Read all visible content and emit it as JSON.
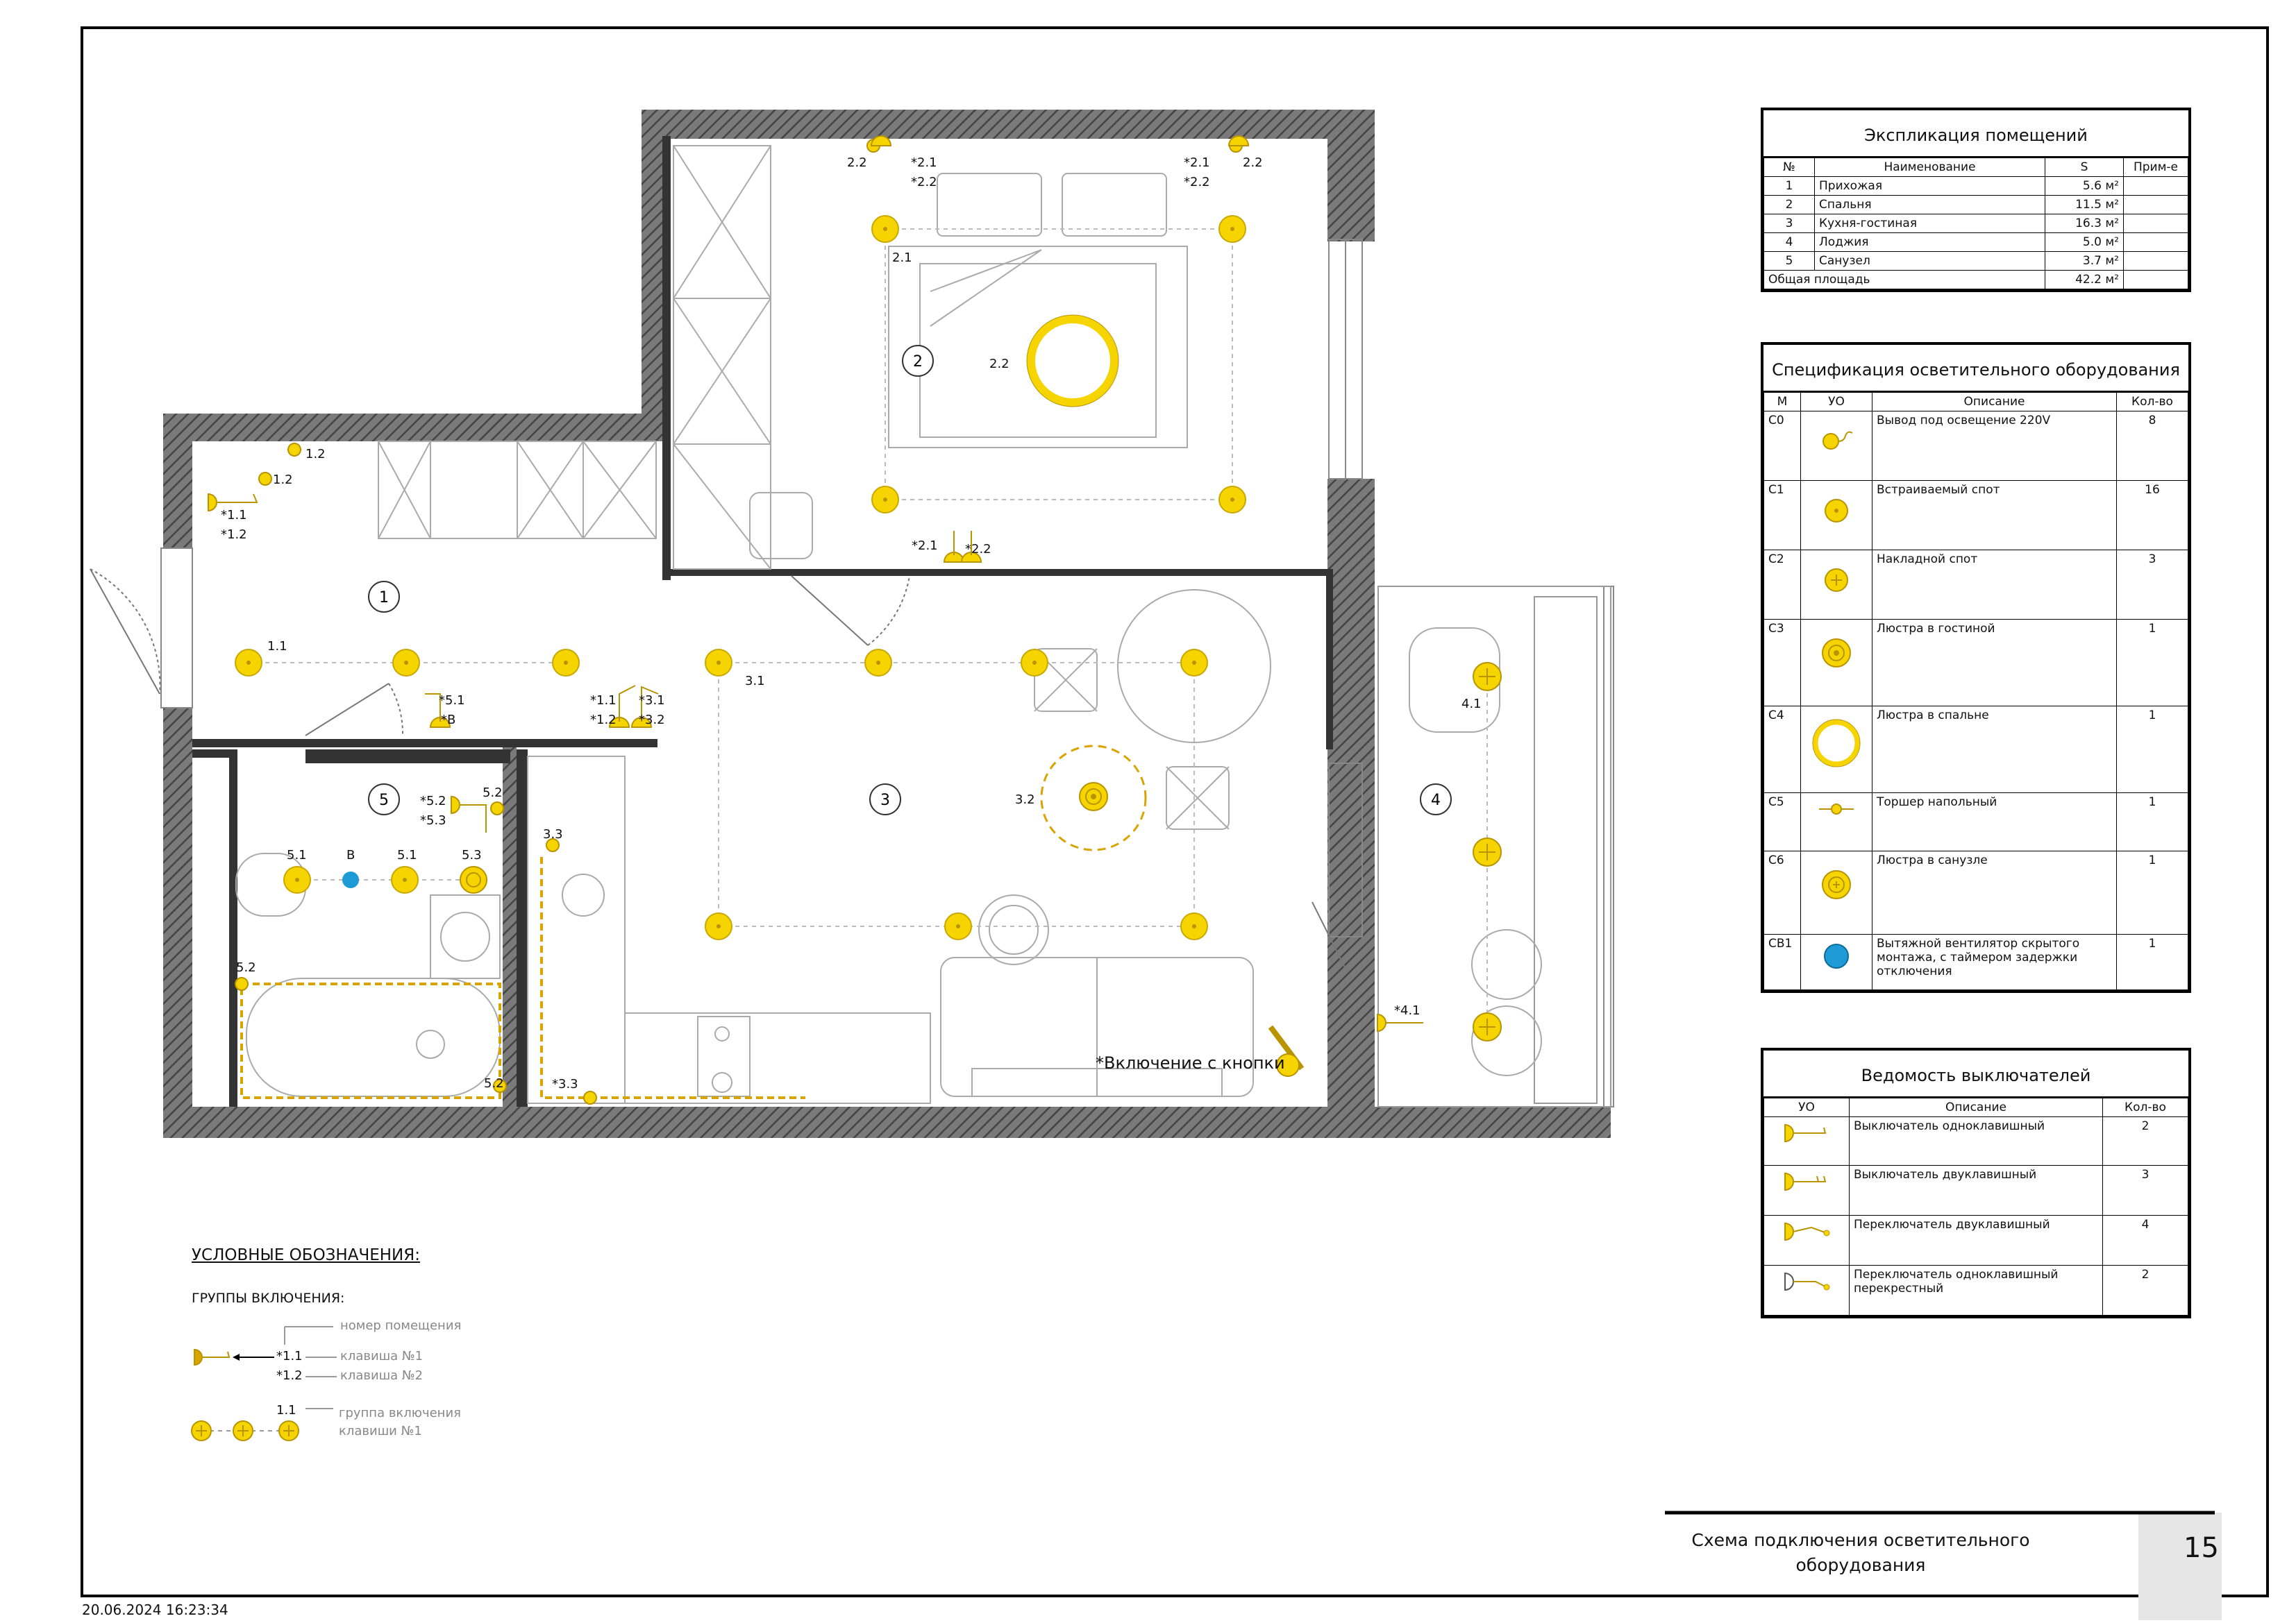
{
  "rooms_table": {
    "title": "Экспликация помещений",
    "headers": [
      "№",
      "Наименование",
      "S",
      "Прим-е"
    ],
    "rows": [
      [
        "1",
        "Прихожая",
        "5.6 м²",
        ""
      ],
      [
        "2",
        "Спальня",
        "11.5 м²",
        ""
      ],
      [
        "3",
        "Кухня-гостиная",
        "16.3 м²",
        ""
      ],
      [
        "4",
        "Лоджия",
        "5.0 м²",
        ""
      ],
      [
        "5",
        "Санузел",
        "3.7 м²",
        ""
      ]
    ],
    "total_label": "Общая площадь",
    "total_value": "42.2 м²"
  },
  "lighting_table": {
    "title": "Спецификация осветительного оборудования",
    "headers": [
      "М",
      "УО",
      "Описание",
      "Кол-во"
    ],
    "rows": [
      {
        "code": "С0",
        "icon": "outlet-icon",
        "desc": "Вывод под освещение 220V",
        "qty": "8"
      },
      {
        "code": "С1",
        "icon": "recessed-spot-icon",
        "desc": "Встраиваемый спот",
        "qty": "16"
      },
      {
        "code": "С2",
        "icon": "surface-spot-icon",
        "desc": "Накладной спот",
        "qty": "3"
      },
      {
        "code": "С3",
        "icon": "living-chandelier-icon",
        "desc": "Люстра в гостиной",
        "qty": "1"
      },
      {
        "code": "С4",
        "icon": "bedroom-chandelier-icon",
        "desc": "Люстра в спальне",
        "qty": "1"
      },
      {
        "code": "С5",
        "icon": "floor-lamp-icon",
        "desc": "Торшер напольный",
        "qty": "1"
      },
      {
        "code": "С6",
        "icon": "bathroom-chandelier-icon",
        "desc": "Люстра в санузле",
        "qty": "1"
      },
      {
        "code": "СВ1",
        "icon": "exhaust-fan-icon",
        "desc": "Вытяжной вентилятор скрытого монтажа, с таймером задержки отключения",
        "qty": "1"
      }
    ]
  },
  "switch_table": {
    "title": "Ведомость выключателей",
    "headers": [
      "УО",
      "Описание",
      "Кол-во"
    ],
    "rows": [
      {
        "icon": "single-switch-icon",
        "desc": "Выключатель одноклавишный",
        "qty": "2"
      },
      {
        "icon": "double-switch-icon",
        "desc": "Выключатель двуклавишный",
        "qty": "3"
      },
      {
        "icon": "double-toggle-icon",
        "desc": "Переключатель двуклавишный",
        "qty": "4"
      },
      {
        "icon": "cross-toggle-icon",
        "desc": "Переключатель одноклавишный перекрестный",
        "qty": "2"
      }
    ]
  },
  "legend": {
    "title": "УСЛОВНЫЕ ОБОЗНАЧЕНИЯ:",
    "subtitle": "ГРУППЫ ВКЛЮЧЕНИЯ:",
    "room_number": "номер помещения",
    "key1": "клавиша №1",
    "key2": "клавиша №2",
    "label_11": "*1.1",
    "label_12": "*1.2",
    "group_label": "1.1",
    "group_line1": "группа включения",
    "group_line2": "клавиши №1"
  },
  "plan": {
    "room_numbers": [
      "1",
      "2",
      "3",
      "4",
      "5"
    ],
    "labels": {
      "l12a": "1.2",
      "l12b": "1.2",
      "s11": "*1.1",
      "s12": "*1.2",
      "l11": "1.1",
      "l22a": "2.2",
      "s21a": "*2.1",
      "s22a": "*2.2",
      "s21b": "*2.1",
      "s22b": "*2.2",
      "l22b": "2.2",
      "l21": "2.1",
      "l22c": "2.2",
      "s21c": "*2.1",
      "s22c": "*2.2",
      "l31": "3.1",
      "s51": "*5.1",
      "sB": "*В",
      "s11b": "*1.1",
      "s12b": "*1.2",
      "s31": "*3.1",
      "s32": "*3.2",
      "s52": "*5.2",
      "s53": "*5.3",
      "l52a": "5.2",
      "l51a": "5.1",
      "lB": "В",
      "l51b": "5.1",
      "l53": "5.3",
      "l52b": "5.2",
      "l52c": "5.2",
      "l33": "3.3",
      "s33": "*3.3",
      "l32": "3.2",
      "l41": "4.1",
      "s41": "*4.1",
      "button_note": "*Включение с кнопки"
    }
  },
  "title_block": {
    "title_line1": "Схема подключения осветительного",
    "title_line2": "оборудования",
    "sheet": "15"
  },
  "timestamp": "20.06.2024 16:23:34",
  "colors": {
    "light": "#f5d400",
    "light_stroke": "#b89400",
    "fan": "#1e9bd6",
    "wall": "#555555",
    "wiring": "#d9a400"
  }
}
